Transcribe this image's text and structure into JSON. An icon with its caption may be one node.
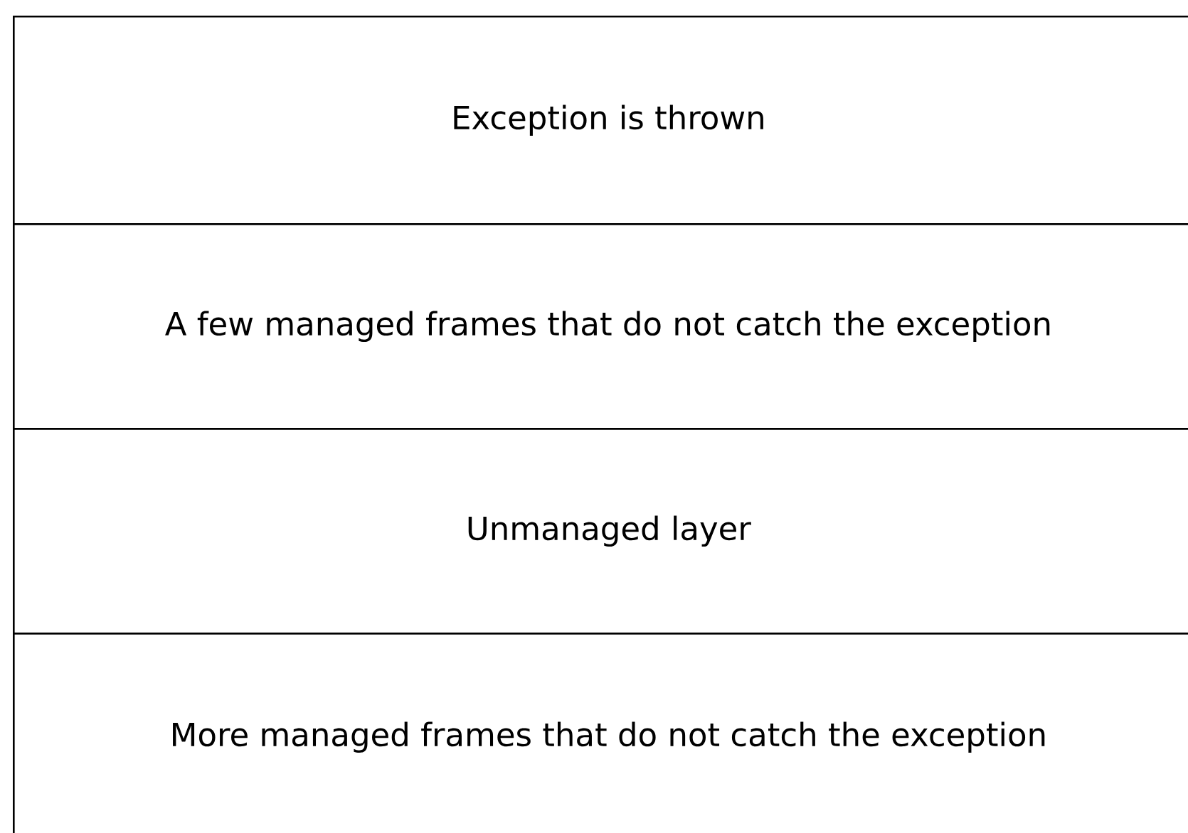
{
  "diagram": {
    "nodes": [
      {
        "text": [
          "Exception is thrown"
        ]
      },
      {
        "text": [
          "A few managed frames that do not catch the exception"
        ]
      },
      {
        "text": [
          "Unmanaged layer"
        ]
      },
      {
        "text": [
          "More managed frames that do not catch the exception"
        ]
      }
    ]
  }
}
